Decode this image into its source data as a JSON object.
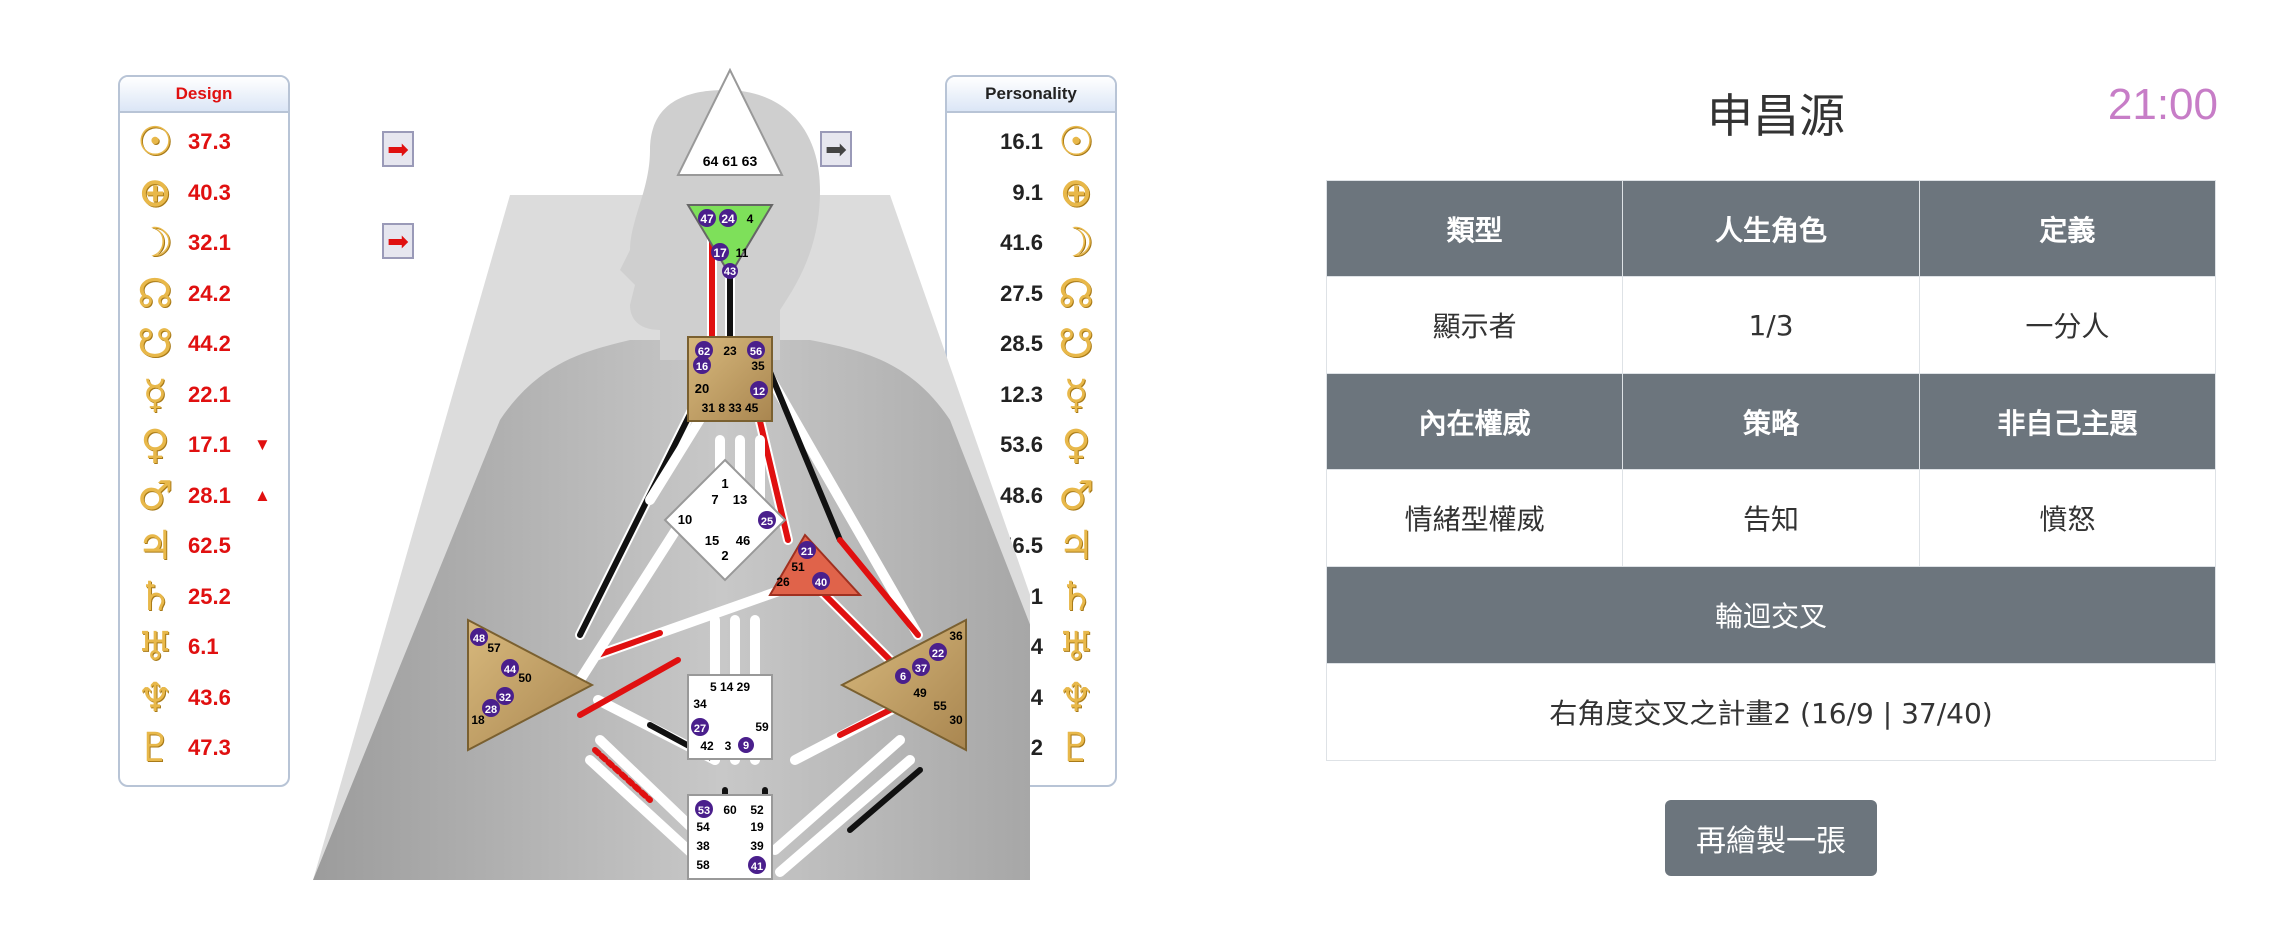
{
  "design": {
    "title": "Design",
    "rows": [
      {
        "glyph": "☉",
        "icon": "sun-icon",
        "value": "37.3",
        "marker": ""
      },
      {
        "glyph": "⊕",
        "icon": "earth-icon",
        "value": "40.3",
        "marker": ""
      },
      {
        "glyph": "☽",
        "icon": "moon-icon",
        "value": "32.1",
        "marker": ""
      },
      {
        "glyph": "☊",
        "icon": "north-node-icon",
        "value": "24.2",
        "marker": ""
      },
      {
        "glyph": "☋",
        "icon": "south-node-icon",
        "value": "44.2",
        "marker": ""
      },
      {
        "glyph": "☿",
        "icon": "mercury-icon",
        "value": "22.1",
        "marker": ""
      },
      {
        "glyph": "♀",
        "icon": "venus-icon",
        "value": "17.1",
        "marker": "▼"
      },
      {
        "glyph": "♂",
        "icon": "mars-icon",
        "value": "28.1",
        "marker": "▲"
      },
      {
        "glyph": "♃",
        "icon": "jupiter-icon",
        "value": "62.5",
        "marker": ""
      },
      {
        "glyph": "♄",
        "icon": "saturn-icon",
        "value": "25.2",
        "marker": ""
      },
      {
        "glyph": "♅",
        "icon": "uranus-icon",
        "value": "6.1",
        "marker": ""
      },
      {
        "glyph": "♆",
        "icon": "neptune-icon",
        "value": "43.6",
        "marker": ""
      },
      {
        "glyph": "♇",
        "icon": "pluto-icon",
        "value": "47.3",
        "marker": ""
      }
    ]
  },
  "personality": {
    "title": "Personality",
    "rows": [
      {
        "glyph": "☉",
        "icon": "sun-icon",
        "value": "16.1"
      },
      {
        "glyph": "⊕",
        "icon": "earth-icon",
        "value": "9.1"
      },
      {
        "glyph": "☽",
        "icon": "moon-icon",
        "value": "41.6"
      },
      {
        "glyph": "☊",
        "icon": "north-node-icon",
        "value": "27.5"
      },
      {
        "glyph": "☋",
        "icon": "south-node-icon",
        "value": "28.5"
      },
      {
        "glyph": "☿",
        "icon": "mercury-icon",
        "value": "12.3"
      },
      {
        "glyph": "♀",
        "icon": "venus-icon",
        "value": "53.6"
      },
      {
        "glyph": "♂",
        "icon": "mars-icon",
        "value": "48.6"
      },
      {
        "glyph": "♃",
        "icon": "jupiter-icon",
        "value": "56.5"
      },
      {
        "glyph": "♄",
        "icon": "saturn-icon",
        "value": "21.1"
      },
      {
        "glyph": "♅",
        "icon": "uranus-icon",
        "value": "47.4"
      },
      {
        "glyph": "♆",
        "icon": "neptune-icon",
        "value": "43.4"
      },
      {
        "glyph": "♇",
        "icon": "pluto-icon",
        "value": "47.2"
      }
    ]
  },
  "arrows": {
    "design_top": "➡",
    "design_bottom": "➡",
    "personality_top": "➡",
    "personality_bottom": "⬅"
  },
  "bodygraph": {
    "head_gates": "64 61 63",
    "ajna": {
      "g47": "47",
      "g24": "24",
      "g4": "4",
      "g17": "17",
      "g11": "11",
      "g43": "43"
    },
    "throat": {
      "g62": "62",
      "g23": "23",
      "g56": "56",
      "g16": "16",
      "g35": "35",
      "g20": "20",
      "g12": "12",
      "row": "31 8 33 45"
    },
    "g_center": {
      "g1": "1",
      "g7": "7",
      "g13": "13",
      "g10": "10",
      "g25": "25",
      "g15": "15",
      "g46": "46",
      "g2": "2"
    },
    "ego": {
      "g21": "21",
      "g51": "51",
      "g26": "26",
      "g40": "40"
    },
    "spleen": {
      "g48": "48",
      "g57": "57",
      "g44": "44",
      "g50": "50",
      "g32": "32",
      "g28": "28",
      "g18": "18"
    },
    "solar_plexus": {
      "g36": "36",
      "g22": "22",
      "g37": "37",
      "g6": "6",
      "g49": "49",
      "g55": "55",
      "g30": "30"
    },
    "sacral": {
      "row1": "5 14 29",
      "g34": "34",
      "g27": "27",
      "g59": "59",
      "g42": "42",
      "g3": "3",
      "g9": "9"
    },
    "root": {
      "g53": "53",
      "g60": "60",
      "g52": "52",
      "g54": "54",
      "g19": "19",
      "g38": "38",
      "g39": "39",
      "g58": "58",
      "g41": "41"
    },
    "colors": {
      "defined_channel": "#e01010",
      "personality_channel": "#111111",
      "undefined": "#ffffff",
      "head_defined": "#ffffff",
      "ajna": "#7ee05a",
      "center_tan": "#c8a36a",
      "ego_red": "#e0634a",
      "gate_badge": "#4a1f8c"
    }
  },
  "person": {
    "name": "申昌源",
    "time": "21:00",
    "time_color": "#c77dc7"
  },
  "table": {
    "h_type": "類型",
    "h_profile": "人生角色",
    "h_definition": "定義",
    "v_type": "顯示者",
    "v_profile": "1/3",
    "v_definition": "一分人",
    "h_authority": "內在權威",
    "h_strategy": "策略",
    "h_not_self": "非自己主題",
    "v_authority": "情緒型權威",
    "v_strategy": "告知",
    "v_not_self": "憤怒",
    "h_cross": "輪迴交叉",
    "v_cross": "右角度交叉之計畫2 (16/9 | 37/40)"
  },
  "redraw_label": "再繪製一張"
}
